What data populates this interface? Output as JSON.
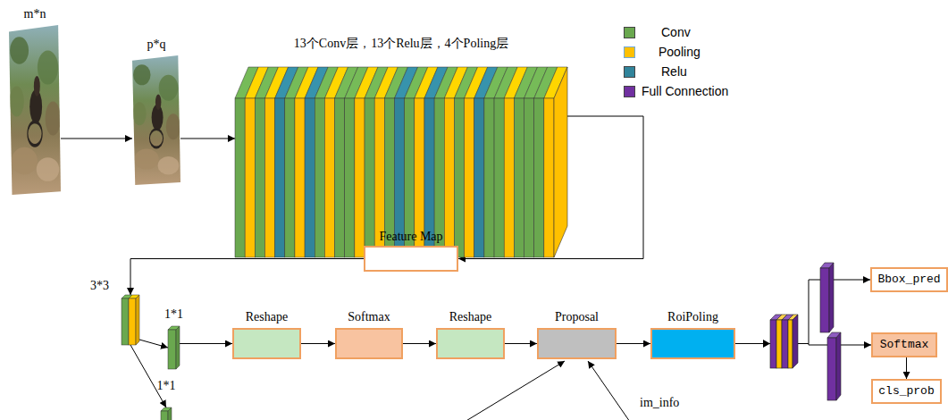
{
  "diagram": {
    "nodes": [
      {
        "text": [
          "m*n"
        ]
      },
      {
        "text": [
          "p*q"
        ]
      },
      {
        "text": [
          "13个Conv层，13个Relu层，4个Poling层"
        ]
      },
      {
        "text": [
          "Feature Map"
        ]
      },
      {
        "text": [
          "3*3"
        ]
      },
      {
        "text": [
          "1*1"
        ]
      },
      {
        "text": [
          "1*1"
        ]
      },
      {
        "text": [
          "Reshape"
        ]
      },
      {
        "text": [
          "Softmax"
        ]
      },
      {
        "text": [
          "Reshape"
        ]
      },
      {
        "text": [
          "Proposal"
        ]
      },
      {
        "text": [
          "RoiPoling"
        ]
      },
      {
        "text": [
          "Bbox_pred"
        ]
      },
      {
        "text": [
          "Softmax"
        ]
      },
      {
        "text": [
          "cls_prob"
        ]
      }
    ],
    "edges": [
      {
        "from": 0,
        "to": 1,
        "arrow": "to"
      },
      {
        "from": 1,
        "to": 2,
        "arrow": "to"
      },
      {
        "from": 2,
        "to": 3,
        "arrow": "to"
      },
      {
        "from": 3,
        "to": 4,
        "arrow": "to"
      },
      {
        "from": 4,
        "to": 5,
        "arrow": "to"
      },
      {
        "from": 4,
        "to": 6,
        "arrow": "to"
      },
      {
        "from": 5,
        "to": 7,
        "arrow": "to"
      },
      {
        "from": 7,
        "to": 8,
        "arrow": "to"
      },
      {
        "from": 8,
        "to": 9,
        "arrow": "to"
      },
      {
        "from": 9,
        "to": 10,
        "arrow": "to"
      },
      {
        "from": 10,
        "to": 11,
        "arrow": "to"
      },
      {
        "from": 11,
        "to": 12,
        "arrow": "to"
      },
      {
        "from": 11,
        "to": 13,
        "arrow": "to"
      },
      {
        "from": 13,
        "to": 14,
        "arrow": "to"
      }
    ],
    "labels": [
      "im_info"
    ],
    "legend": [
      {
        "text": "Conv",
        "color": "#6aa84f"
      },
      {
        "text": "Pooling",
        "color": "#ffc000"
      },
      {
        "text": "Relu",
        "color": "#31849b"
      },
      {
        "text": "Full Connection",
        "color": "#7030a0"
      }
    ]
  }
}
